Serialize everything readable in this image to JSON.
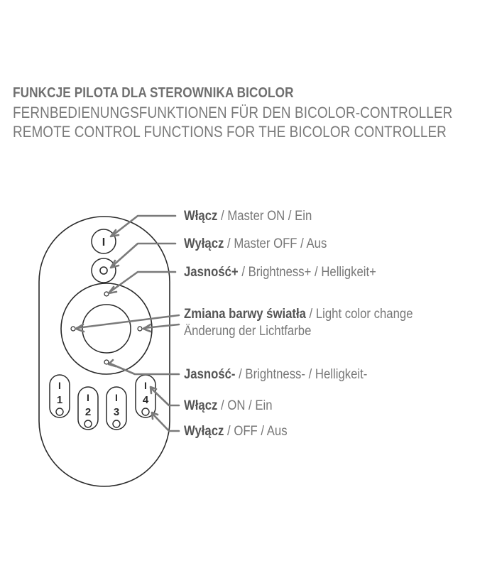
{
  "heading": {
    "pl": "FUNKCJE PILOTA DLA STEROWNIKA BICOLOR",
    "de": "FERNBEDIENUNGSFUNKTIONEN FÜR DEN BICOLOR-CONTROLLER",
    "en": "REMOTE CONTROL FUNCTIONS FOR THE BICOLOR CONTROLLER"
  },
  "remote": {
    "master_on_symbol": "I",
    "zone_buttons": [
      {
        "on_symbol": "I",
        "number": "1"
      },
      {
        "on_symbol": "I",
        "number": "2"
      },
      {
        "on_symbol": "I",
        "number": "3"
      },
      {
        "on_symbol": "I",
        "number": "4"
      }
    ]
  },
  "labels": {
    "master_on": {
      "pl": "Włącz",
      "rest": " / Master ON / Ein"
    },
    "master_off": {
      "pl": "Wyłącz",
      "rest": " / Master OFF / Aus"
    },
    "brightness_up": {
      "pl": "Jasność+",
      "rest": " / Brightness+ / Helligkeit+"
    },
    "color_change": {
      "pl": "Zmiana barwy światła",
      "rest": " / Light color change",
      "line2": "Änderung der Lichtfarbe"
    },
    "brightness_down": {
      "pl": "Jasność-",
      "rest": " / Brightness- / Helligkeit-"
    },
    "zone_on": {
      "pl": "Włącz",
      "rest": " / ON / Ein"
    },
    "zone_off": {
      "pl": "Wyłącz",
      "rest": " / OFF / Aus"
    }
  },
  "colors": {
    "outline": "#2a2a2a",
    "leader": "#7a7a7a",
    "text": "#707070"
  }
}
